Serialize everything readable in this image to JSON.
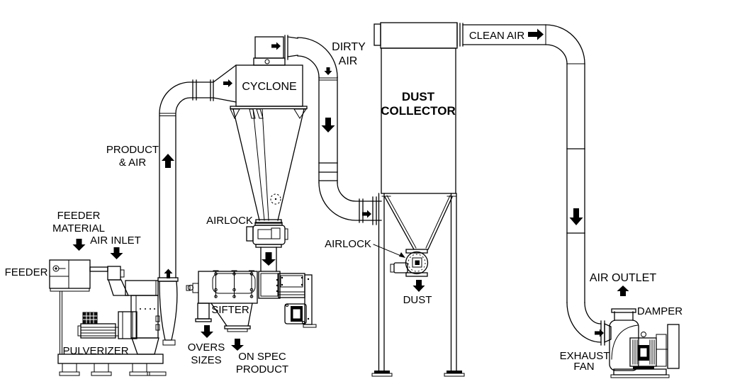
{
  "labels": {
    "feeder_material": [
      "FEEDER",
      "MATERIAL"
    ],
    "air_inlet": "AIR INLET",
    "feeder": "FEEDER",
    "pulverizer": "PULVERIZER",
    "product_air": [
      "PRODUCT",
      "& AIR"
    ],
    "cyclone": "CYCLONE",
    "airlock_cyclone": "AIRLOCK",
    "sifter": "SIFTER",
    "overs_sizes": [
      "OVERS",
      "SIZES"
    ],
    "on_spec_product": [
      "ON SPEC",
      "PRODUCT"
    ],
    "dirty_air": [
      "DIRTY",
      "AIR"
    ],
    "dust_collector": [
      "DUST",
      "COLLECTOR"
    ],
    "clean_air": "CLEAN AIR",
    "airlock_collector": "AIRLOCK",
    "dust": "DUST",
    "air_outlet": "AIR OUTLET",
    "damper": "DAMPER",
    "exhaust_fan": [
      "EXHAUST",
      "FAN"
    ]
  },
  "flow_arrows": [
    {
      "name": "feeder-material",
      "direction": "down"
    },
    {
      "name": "air-inlet",
      "direction": "down"
    },
    {
      "name": "product-and-air",
      "direction": "up"
    },
    {
      "name": "mill-outlet",
      "direction": "up"
    },
    {
      "name": "cyclone-inlet",
      "direction": "right"
    },
    {
      "name": "cyclone-outlet",
      "direction": "right"
    },
    {
      "name": "dirty-air-elbow",
      "direction": "down"
    },
    {
      "name": "dirty-air-pipe",
      "direction": "down"
    },
    {
      "name": "cyclone-airlock-discharge",
      "direction": "down"
    },
    {
      "name": "overs-discharge",
      "direction": "down"
    },
    {
      "name": "on-spec-discharge",
      "direction": "down"
    },
    {
      "name": "collector-inlet",
      "direction": "right"
    },
    {
      "name": "dust-discharge",
      "direction": "down"
    },
    {
      "name": "clean-air",
      "direction": "right"
    },
    {
      "name": "clean-air-pipe",
      "direction": "down"
    },
    {
      "name": "fan-inlet",
      "direction": "right"
    },
    {
      "name": "air-outlet",
      "direction": "up"
    }
  ],
  "colors": {
    "line": "#000000",
    "background": "#ffffff",
    "arrow_fill": "#000000"
  }
}
